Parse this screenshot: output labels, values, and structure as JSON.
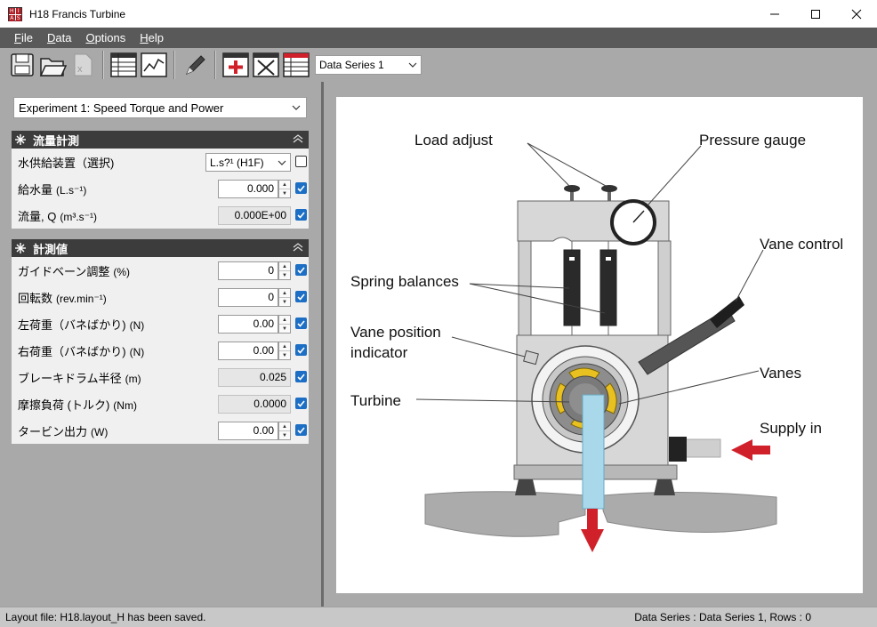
{
  "window": {
    "title": "H18 Francis Turbine",
    "logo_letters": [
      "H",
      "I",
      "A",
      "S"
    ]
  },
  "menu": [
    {
      "label": "File",
      "accel": "F",
      "rest": "ile"
    },
    {
      "label": "Data",
      "accel": "D",
      "rest": "ata"
    },
    {
      "label": "Options",
      "accel": "O",
      "rest": "ptions"
    },
    {
      "label": "Help",
      "accel": "H",
      "rest": "elp"
    }
  ],
  "toolbar": {
    "series_select": "Data Series 1"
  },
  "experiment": {
    "selected": "Experiment 1: Speed Torque and Power"
  },
  "section1": {
    "title": "流量計測",
    "rows": [
      {
        "label": "水供給装置（選択)",
        "unit": "",
        "value": "L.s?¹ (H1F)"
      },
      {
        "label": "給水量",
        "unit": "(L.s⁻¹)",
        "value": "0.000"
      },
      {
        "label": "流量, Q",
        "unit": "(m³.s⁻¹)",
        "value": "0.000E+00"
      }
    ]
  },
  "section2": {
    "title": "計測値",
    "rows": [
      {
        "label": "ガイドベーン調整",
        "unit": "(%)",
        "value": "0"
      },
      {
        "label": "回転数",
        "unit": "(rev.min⁻¹)",
        "value": "0"
      },
      {
        "label": "左荷重（バネばかり)",
        "unit": "(N)",
        "value": "0.00"
      },
      {
        "label": "右荷重（バネばかり)",
        "unit": "(N)",
        "value": "0.00"
      },
      {
        "label": "ブレーキドラム半径",
        "unit": "(m)",
        "value": "0.025"
      },
      {
        "label": "摩擦負荷 (トルク)",
        "unit": "(Nm)",
        "value": "0.0000"
      },
      {
        "label": "タービン出力",
        "unit": "(W)",
        "value": "0.00"
      }
    ]
  },
  "diagram": {
    "labels": {
      "load_adjust": "Load adjust",
      "pressure_gauge": "Pressure gauge",
      "vane_control": "Vane control",
      "spring_balances": "Spring balances",
      "vane_position_1": "Vane position",
      "vane_position_2": "indicator",
      "vanes": "Vanes",
      "turbine": "Turbine",
      "supply_in": "Supply in"
    }
  },
  "status": {
    "left": "Layout file: H18.layout_H has been saved.",
    "right": "Data Series : Data Series 1,  Rows : 0"
  },
  "colors": {
    "accent": "#1c6fc4",
    "arrow": "#d0202a",
    "vanes": "#e8c020",
    "water": "#a8d8ea"
  }
}
